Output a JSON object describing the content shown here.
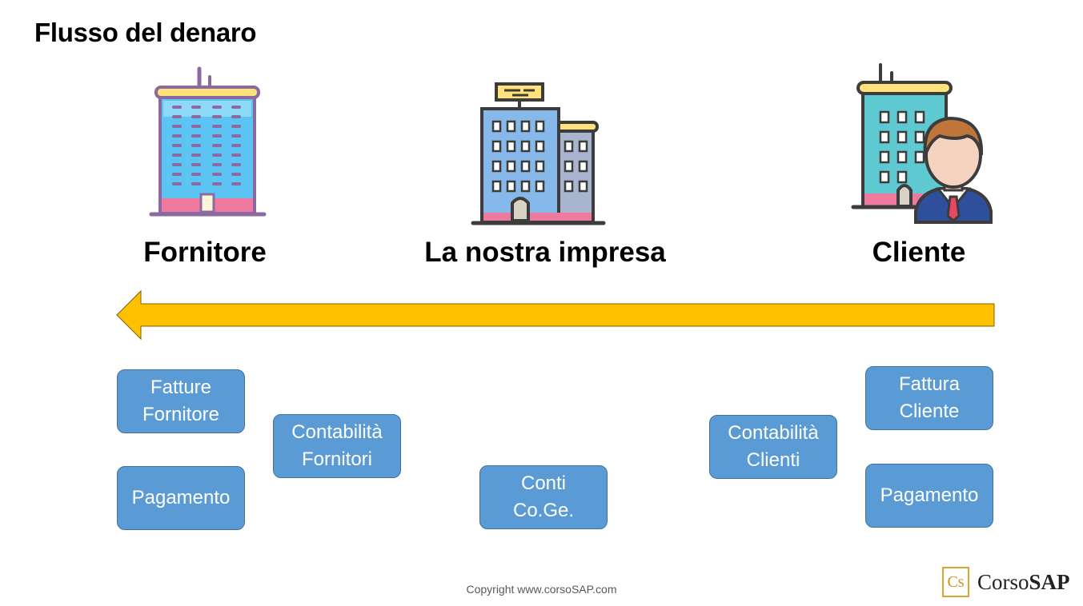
{
  "title": "Flusso del denaro",
  "entities": {
    "supplier": {
      "label": "Fornitore",
      "icon": "skyscraper-icon"
    },
    "company": {
      "label": "La nostra impresa",
      "icon": "office-building-icon"
    },
    "customer": {
      "label": "Cliente",
      "icon": "customer-with-building-icon"
    }
  },
  "flow_arrow": {
    "direction": "left",
    "color": "#ffc000"
  },
  "boxes": {
    "supplier_invoices": "Fatture\nFornitore",
    "supplier_payment": "Pagamento",
    "supplier_accounting": "Contabilità\nFornitori",
    "gl_accounts": "Conti\nCo.Ge.",
    "customer_accounting": "Contabilità\nClienti",
    "customer_invoice": "Fattura\nCliente",
    "customer_payment": "Pagamento"
  },
  "footer": {
    "copyright": "Copyright www.corsoSAP.com",
    "logo_mark": "Cs",
    "brand_prefix": "Corso",
    "brand_suffix": "SAP"
  },
  "colors": {
    "box_fill": "#5b9bd5",
    "box_border": "#41719c",
    "arrow": "#ffc000"
  }
}
